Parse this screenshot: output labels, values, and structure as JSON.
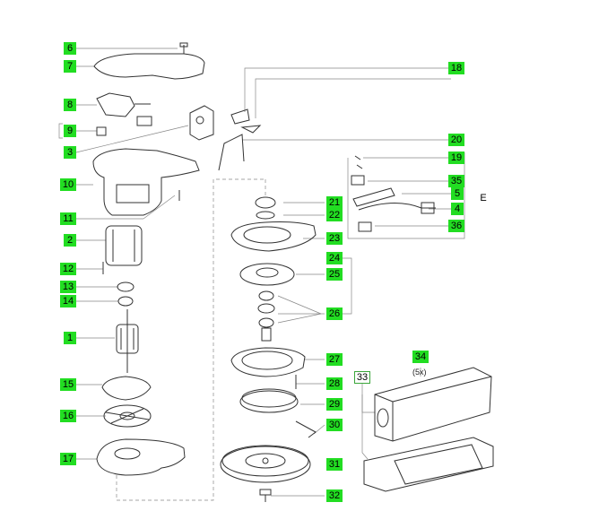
{
  "callouts": {
    "c6": "6",
    "c7": "7",
    "c8": "8",
    "c9": "9",
    "c3": "3",
    "c10": "10",
    "c11": "11",
    "c2": "2",
    "c12": "12",
    "c13": "13",
    "c14": "14",
    "c1": "1",
    "c15": "15",
    "c16": "16",
    "c17": "17",
    "c18": "18",
    "c20": "20",
    "c19": "19",
    "c35": "35",
    "c5": "5",
    "c4": "4",
    "c36": "36",
    "cE": "E",
    "c21": "21",
    "c22": "22",
    "c23": "23",
    "c24": "24",
    "c25": "25",
    "c26": "26",
    "c27": "27",
    "c28": "28",
    "c29": "29",
    "c30": "30",
    "c31": "31",
    "c32": "32",
    "c34": "34",
    "c33": "33"
  },
  "notes": {
    "qty34": "(5x)"
  },
  "colors": {
    "callout_fill": "#22dd22",
    "callout_border": "#3aa63a",
    "line": "#777777",
    "part_stroke": "#333333"
  }
}
